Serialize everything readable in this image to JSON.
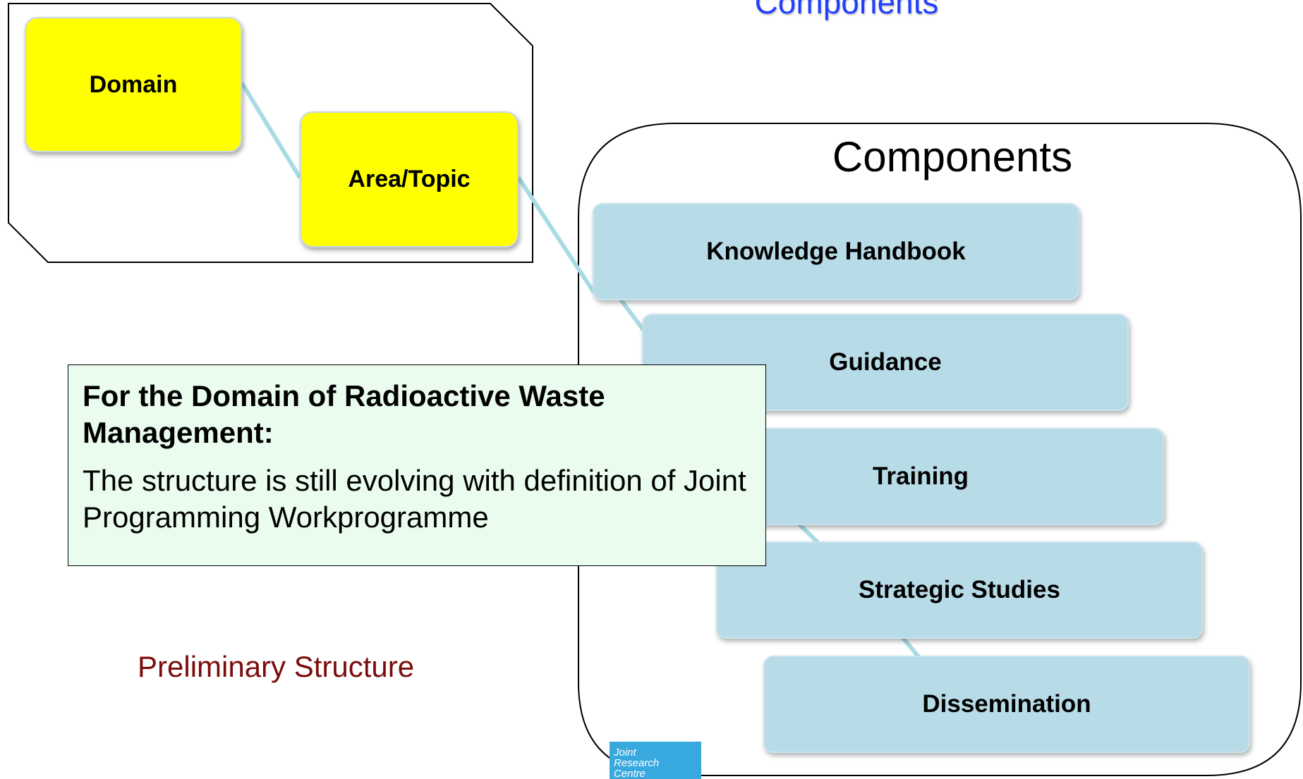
{
  "slide": {
    "title": "Components",
    "components_heading": "Components",
    "hierarchy": {
      "domain_label": "Domain",
      "area_topic_label": "Area/Topic"
    },
    "components": [
      "Knowledge Handbook",
      "Guidance",
      "Training",
      "Strategic Studies",
      "Dissemination"
    ],
    "callout": {
      "title": "For the Domain of Radioactive Waste Management:",
      "body": "The structure is still evolving with definition of Joint Programming Workprogramme"
    },
    "footnote": "Preliminary Structure",
    "logo_lines": [
      "Joint",
      "Research",
      "Centre"
    ]
  },
  "colors": {
    "title_blue": "#1f3fff",
    "node_yellow": "#ffff00",
    "node_blue": "#b7dbe7",
    "connector": "#a9dbe3",
    "callout_bg": "#eafcee",
    "footnote_red": "#7b0c0c",
    "logo_blue": "#38a9df"
  }
}
